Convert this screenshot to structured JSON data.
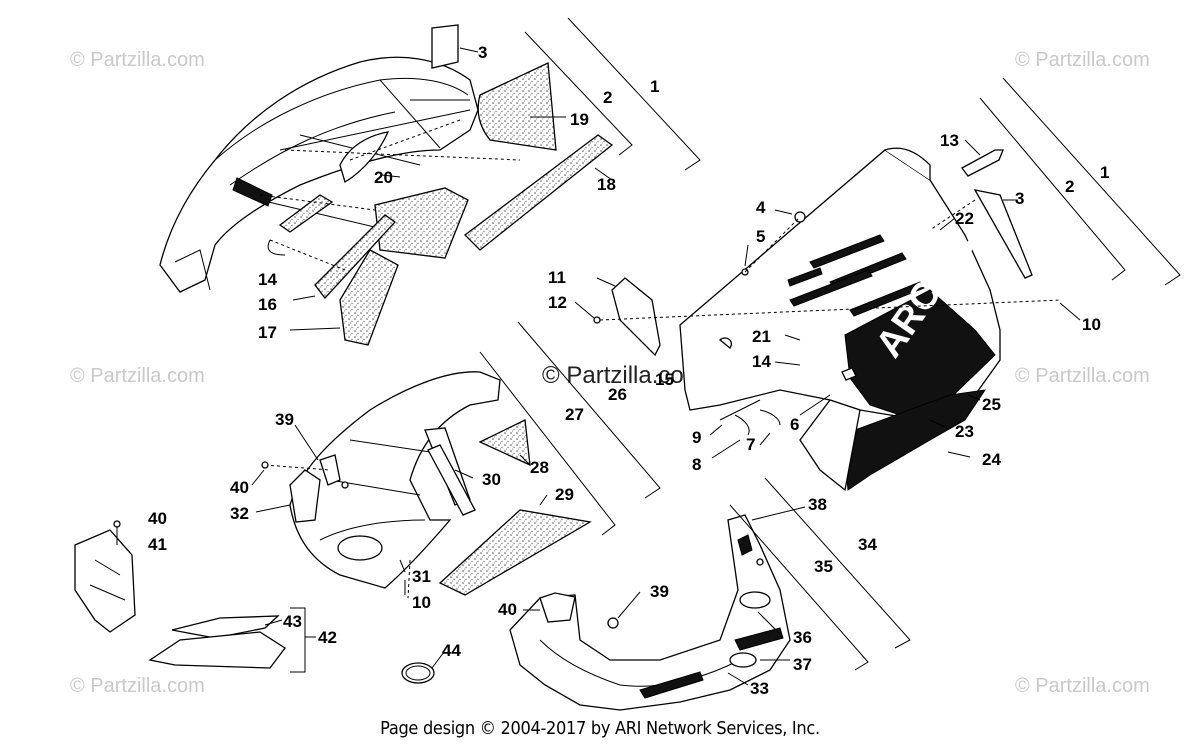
{
  "watermark": "© Partzilla.com",
  "center_watermark": "© Partzilla.com",
  "footer": "Page design © 2004-2017 by ARI Network Services, Inc.",
  "decal_text": "ARCTIC",
  "callouts": {
    "upper_left": [
      "3",
      "1",
      "2",
      "19",
      "18",
      "20",
      "14",
      "16",
      "17"
    ],
    "upper_right": [
      "13",
      "1",
      "2",
      "3",
      "22",
      "4",
      "5",
      "11",
      "12",
      "10",
      "21",
      "14",
      "15",
      "6",
      "25",
      "9",
      "7",
      "8",
      "23",
      "24"
    ],
    "lower_left": [
      "26",
      "27",
      "39",
      "28",
      "40",
      "30",
      "32",
      "29",
      "31",
      "10",
      "40",
      "41",
      "43",
      "42",
      "44"
    ],
    "lower_right": [
      "38",
      "34",
      "35",
      "39",
      "40",
      "36",
      "37",
      "33"
    ]
  }
}
